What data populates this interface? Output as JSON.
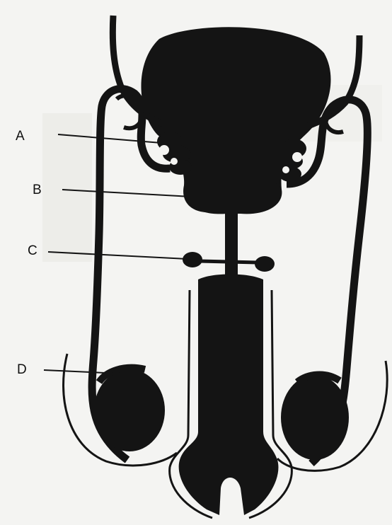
{
  "labels": {
    "a": "A",
    "b": "B",
    "c": "C",
    "d": "D"
  },
  "colors": {
    "ink": "#141414",
    "paper": "#f4f4f2",
    "label_text": "#111111"
  }
}
